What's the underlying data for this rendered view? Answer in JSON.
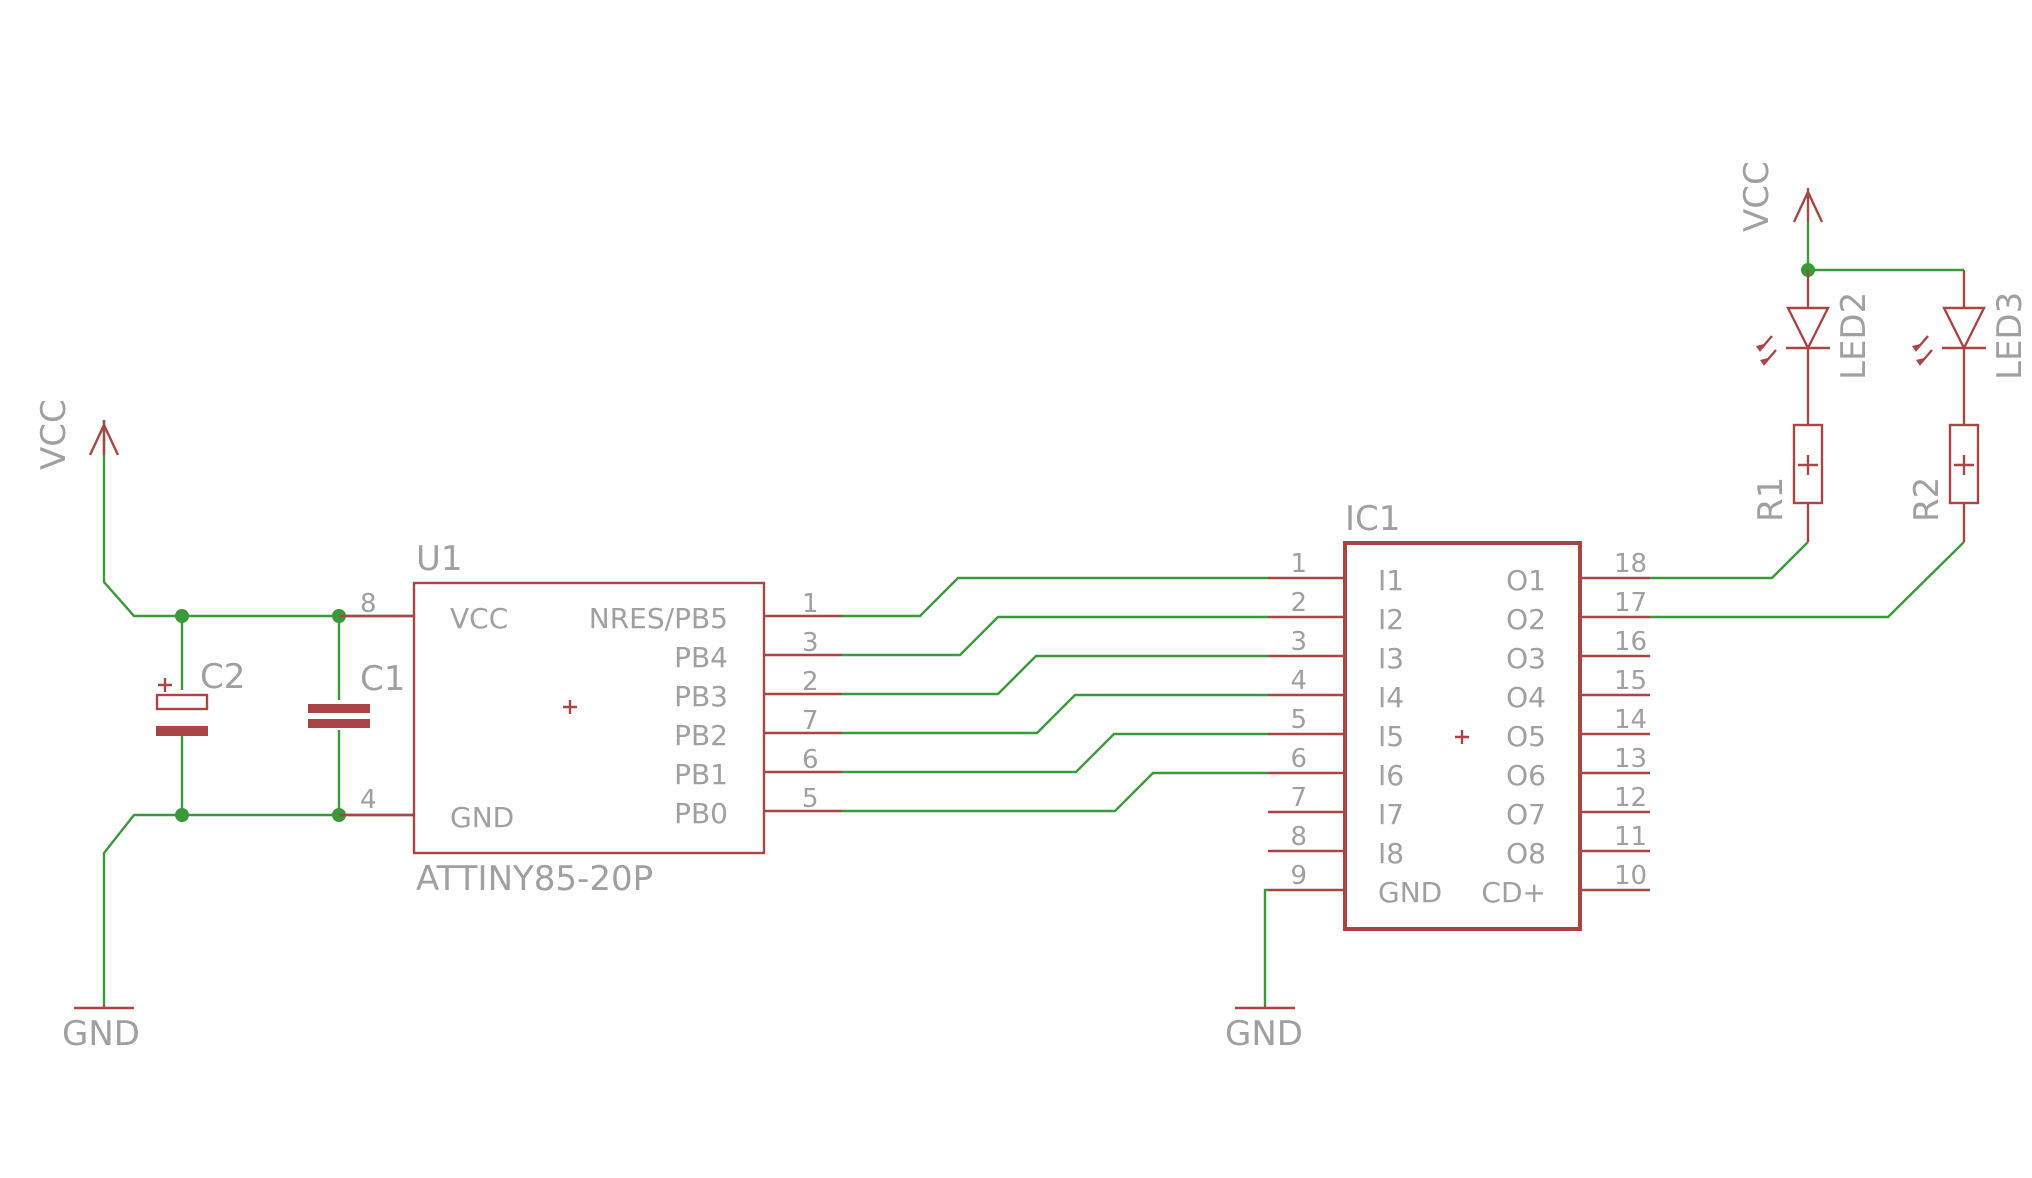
{
  "colors": {
    "wire": "#3a9a3a",
    "symbol": "#a84646",
    "text": "#a0a0a0",
    "background": "#ffffff"
  },
  "supplies": {
    "vcc_left": "VCC",
    "vcc_right": "VCC",
    "gnd_left": "GND",
    "gnd_right": "GND"
  },
  "capacitors": {
    "c1": "C1",
    "c2": "C2"
  },
  "u1": {
    "name": "U1",
    "value": "ATTINY85-20P",
    "left_pins": [
      {
        "num": "8",
        "label": "VCC"
      },
      {
        "num": "4",
        "label": "GND"
      }
    ],
    "right_pins": [
      {
        "num": "1",
        "label": "NRES/PB5"
      },
      {
        "num": "3",
        "label": "PB4"
      },
      {
        "num": "2",
        "label": "PB3"
      },
      {
        "num": "7",
        "label": "PB2"
      },
      {
        "num": "6",
        "label": "PB1"
      },
      {
        "num": "5",
        "label": "PB0"
      }
    ]
  },
  "ic1": {
    "name": "IC1",
    "left_pins": [
      {
        "num": "1",
        "label": "I1"
      },
      {
        "num": "2",
        "label": "I2"
      },
      {
        "num": "3",
        "label": "I3"
      },
      {
        "num": "4",
        "label": "I4"
      },
      {
        "num": "5",
        "label": "I5"
      },
      {
        "num": "6",
        "label": "I6"
      },
      {
        "num": "7",
        "label": "I7"
      },
      {
        "num": "8",
        "label": "I8"
      },
      {
        "num": "9",
        "label": "GND"
      }
    ],
    "right_pins": [
      {
        "num": "18",
        "label": "O1"
      },
      {
        "num": "17",
        "label": "O2"
      },
      {
        "num": "16",
        "label": "O3"
      },
      {
        "num": "15",
        "label": "O4"
      },
      {
        "num": "14",
        "label": "O5"
      },
      {
        "num": "13",
        "label": "O6"
      },
      {
        "num": "12",
        "label": "O7"
      },
      {
        "num": "11",
        "label": "O8"
      },
      {
        "num": "10",
        "label": "CD+"
      }
    ]
  },
  "leds": {
    "led2": "LED2",
    "led3": "LED3"
  },
  "resistors": {
    "r1": "R1",
    "r2": "R2"
  }
}
